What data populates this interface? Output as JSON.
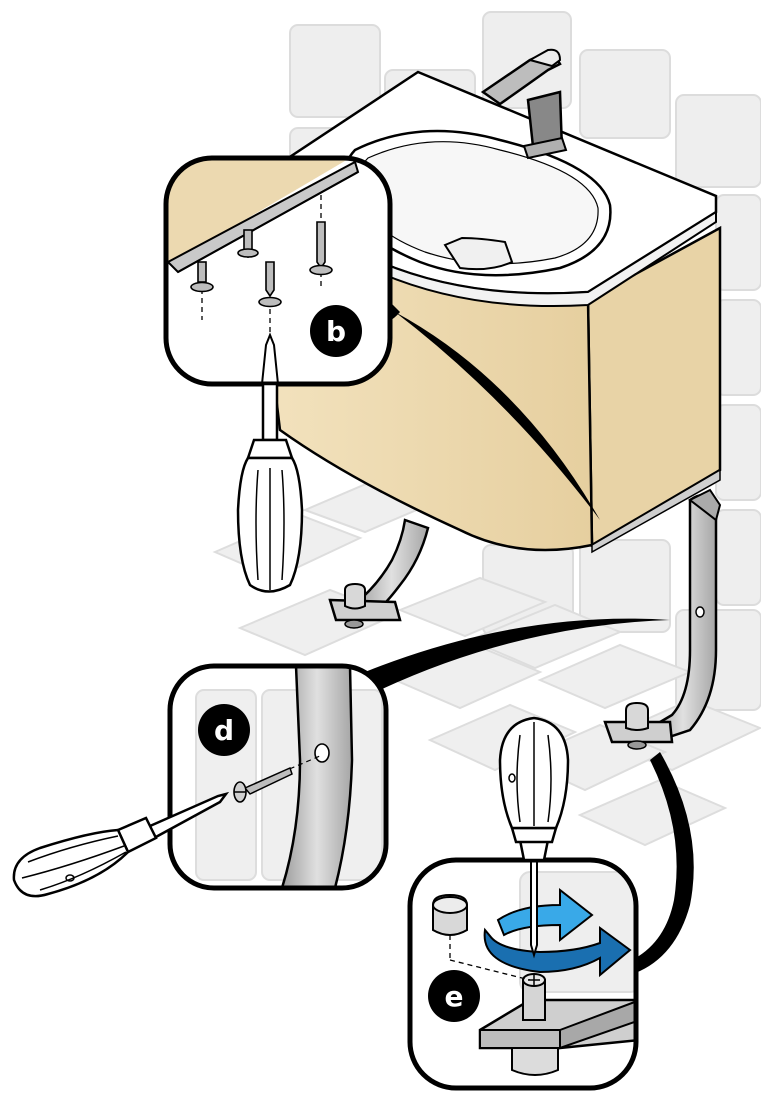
{
  "steps": {
    "b": {
      "label": "b"
    },
    "d": {
      "label": "d"
    },
    "e": {
      "label": "e"
    }
  },
  "colors": {
    "cabinet": "#ecd9b0",
    "tile": "#ebebeb",
    "tile_edge": "#d6d6d6",
    "metal": "#c9c9c9",
    "metal_dark": "#8a8a8a",
    "arrow_light": "#39a9e8",
    "arrow_dark": "#1a6fb0",
    "ink": "#000000"
  },
  "icons": [
    "screwdriver-icon",
    "screw-icon",
    "rotate-arrow-icon"
  ]
}
